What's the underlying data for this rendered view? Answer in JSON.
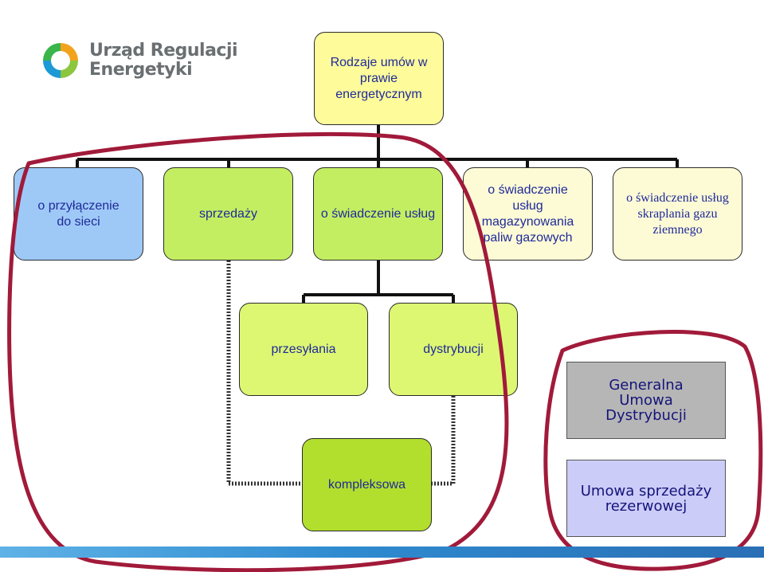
{
  "logo": {
    "line1": "Urząd Regulacji",
    "line2": "Energetyki"
  },
  "root": {
    "label": "Rodzaje umów w prawie energetycznym"
  },
  "level1": [
    {
      "label": "o przyłączenie do sieci",
      "color": "#9ec9f7"
    },
    {
      "label": "sprzedaży",
      "color": "#c4ee62"
    },
    {
      "label": "o świadczenie usług",
      "color": "#c4ee62"
    },
    {
      "label": "o świadczenie usług magazynowania paliw gazowych",
      "color": "#fdfbd6"
    },
    {
      "label": "o świadczenie usług skraplania gazu ziemnego",
      "color": "#fdfbd6"
    }
  ],
  "level2": [
    {
      "label": "przesyłania",
      "color": "#ddf772"
    },
    {
      "label": "dystrybucji",
      "color": "#ddf772"
    }
  ],
  "combined": {
    "label": "kompleksowa",
    "color": "#b2df2d"
  },
  "side_boxes": [
    {
      "label": "Generalna Umowa Dystrybucji",
      "color": "#b6b6b6"
    },
    {
      "label": "Umowa sprzedaży rezerwowej",
      "color": "#ccccf8"
    }
  ],
  "colors": {
    "text_blue": "#1f2a9a",
    "annotation_red": "#a11a3a",
    "root_fill": "#fdfb9a"
  }
}
